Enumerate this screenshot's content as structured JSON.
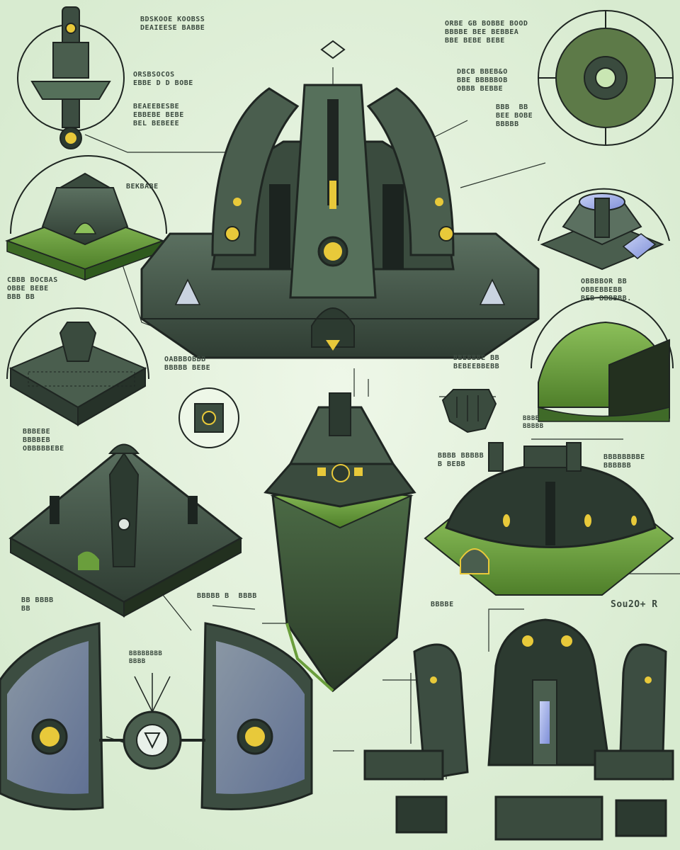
{
  "sheet": {
    "colors": {
      "background": "#e3f1dc",
      "hull_dark": "#2c3a30",
      "hull_mid": "#4a5e4e",
      "hull_light": "#6e8570",
      "ink": "#1f2622",
      "accent_yellow": "#e8c93a",
      "moss": "#6a9e3c",
      "glass_blue": "#9aa9e6"
    },
    "annotations": {
      "top_left_title": "BDSKOOE KOOBSS\nDEAIEESE BABBE",
      "top_left_sub": "ORSBSOCOS\nEBBE D D BOBE",
      "top_left_block": "BEAEEBESBE\nEBBEBE BEBE\nBEL BEBEEE",
      "left_label_1": "BEKBABE",
      "left_note_1": "CBBB BOCBAS\nOBBE BEBE\nBBB BB",
      "top_right_title": "ORBE GB BOBBE BOOD\nBBBBE BEE BEBBEA\nBBE BEBE BEBE",
      "top_right_sub": "DBCB BBEB&O\nBBE BBBBBOB\nOBBB BEBBE",
      "top_right_small": "BBB  BB\nBEE BOBE\nBBBBB",
      "right_note_1": "OBBBBOR BB\nOBBEBBEBB\nBEB BBBBBB.",
      "center_left_note": "OABBBOBBB\nBBBBB BEBE",
      "center_right_note": "BBEBBBE BB\nBEBEEBBEBB",
      "mid_left_note": "BBBEBE\nBBBBEB\nOBBBBBEBE",
      "fist_label": "BBBB\nBBBBB",
      "center_small_note": "BBBB BBBBB\nB BEBB",
      "right_mid_note": "BBBBBBBBE\nBBBBBB",
      "left_low_note": "BB BBBB\nBB",
      "center_low_note": "BBBBB B  BBBB",
      "right_low_label": "BBBBE",
      "right_low_code": "Sou2O+ R",
      "bottom_center_note": "BBBBBBBB\nBBBB"
    }
  }
}
